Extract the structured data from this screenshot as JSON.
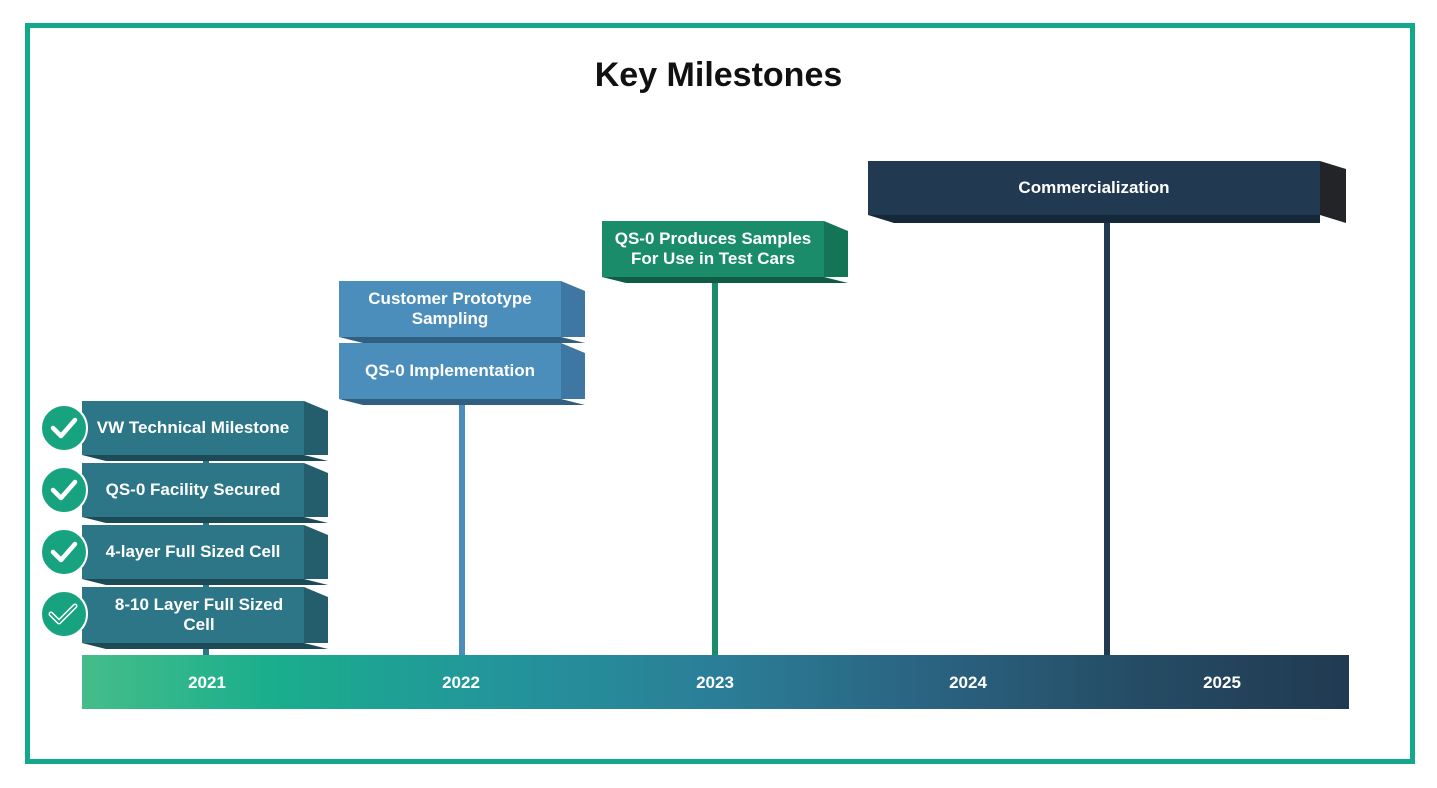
{
  "title": "Key Milestones",
  "years": [
    "2021",
    "2022",
    "2023",
    "2024",
    "2025"
  ],
  "milestones": {
    "vw_technical": "VW Technical Milestone",
    "qs0_facility": "QS-0 Facility Secured",
    "four_layer": "4-layer Full Sized Cell",
    "eight_ten_layer": "8-10 Layer Full Sized Cell",
    "customer_prototype": "Customer Prototype Sampling",
    "qs0_implementation": "QS-0 Implementation",
    "qs0_samples": "QS-0 Produces Samples For Use in Test Cars",
    "commercialization": "Commercialization"
  },
  "icons": {
    "completed": "check-circle-icon",
    "in_progress": "double-check-circle-icon"
  },
  "colors": {
    "frame": "#14a88a",
    "y2021_block": "#2c7688",
    "y2022_block": "#4b8ebc",
    "y2023_block": "#1a8c69",
    "y2025_block": "#213a51",
    "check": "#17a37f"
  }
}
